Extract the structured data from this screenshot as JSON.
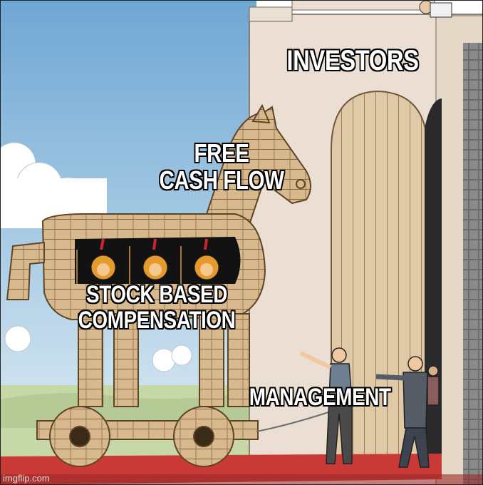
{
  "captions": {
    "investors": "INVESTORS",
    "free_cash_flow_line1": "FREE",
    "free_cash_flow_line2": "CASH FLOW",
    "stock_based_line1": "STOCK BASED",
    "stock_based_line2": "COMPENSATION",
    "management": "MANAGEMENT"
  },
  "watermark": "imgflip.com",
  "colors": {
    "sky": "#8fbfe0",
    "wall": "#e9ddd0",
    "wood": "#d6b88c",
    "carpet": "#c93a36",
    "caption_text": "#ffffff",
    "caption_outline": "#000000"
  }
}
